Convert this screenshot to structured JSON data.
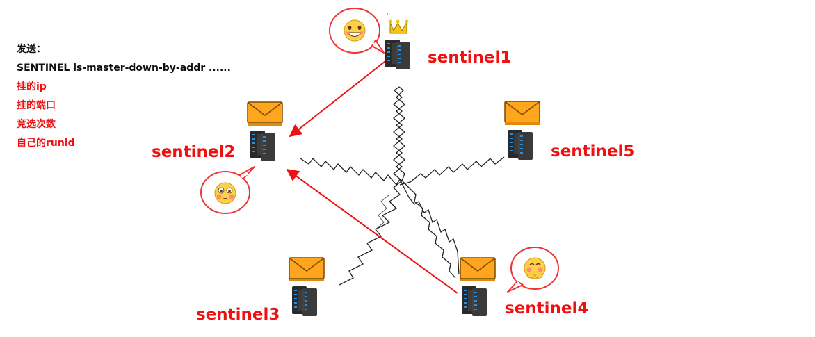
{
  "note": {
    "heading": "发送：",
    "command": "SENTINEL is-master-down-by-addr ......",
    "items": [
      "挂的ip",
      "挂的端口",
      "竞选次数",
      "自己的runid"
    ]
  },
  "nodes": [
    {
      "id": "sentinel1",
      "label": "sentinel1",
      "badge": "crown",
      "bubble": "grin-emoji"
    },
    {
      "id": "sentinel2",
      "label": "sentinel2",
      "badge": "envelope",
      "bubble": "flushed-emoji"
    },
    {
      "id": "sentinel3",
      "label": "sentinel3",
      "badge": "envelope"
    },
    {
      "id": "sentinel4",
      "label": "sentinel4",
      "badge": "envelope",
      "bubble": "shy-emoji"
    },
    {
      "id": "sentinel5",
      "label": "sentinel5",
      "badge": "envelope"
    }
  ],
  "colors": {
    "accent": "#ee1111",
    "text": "#111111",
    "server": "#2a2a2a",
    "server_led": "#2e8fd6",
    "envelope": "#ffa51e"
  }
}
